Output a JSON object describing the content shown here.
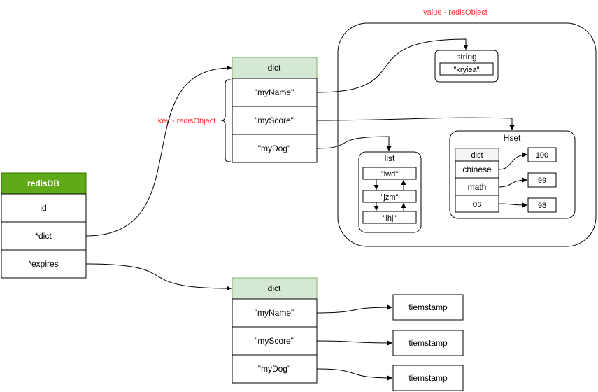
{
  "colors": {
    "redisdb_header": "#60A917",
    "dict_header": "#D5E8D4",
    "dict_header_border": "#82B366",
    "annotation_red": "#FF3333",
    "hset_dict_header": "#F5F5F5"
  },
  "annotations": {
    "value_label": "value - redisObject",
    "key_label": "key - redisObject"
  },
  "redisdb": {
    "title": "redisDB",
    "fields": [
      "id",
      "*dict",
      "*expires"
    ]
  },
  "dict_main": {
    "title": "dict",
    "keys": [
      "\"myName\"",
      "\"myScore\"",
      "\"myDog\""
    ]
  },
  "dict_expires": {
    "title": "dict",
    "keys": [
      "\"myName\"",
      "\"myScore\"",
      "\"myDog\""
    ],
    "values": [
      "tiemstamp",
      "tiemstamp",
      "tiemstamp"
    ]
  },
  "string_obj": {
    "title": "string",
    "value": "\"kryiea\""
  },
  "list_obj": {
    "title": "list",
    "items": [
      "\"lwd\"",
      "\"jzm\"",
      "\"lhj\""
    ]
  },
  "hset_obj": {
    "title": "Hset",
    "dict_title": "dict",
    "fields": [
      "chinese",
      "math",
      "os"
    ],
    "values": [
      "100",
      "99",
      "98"
    ]
  }
}
